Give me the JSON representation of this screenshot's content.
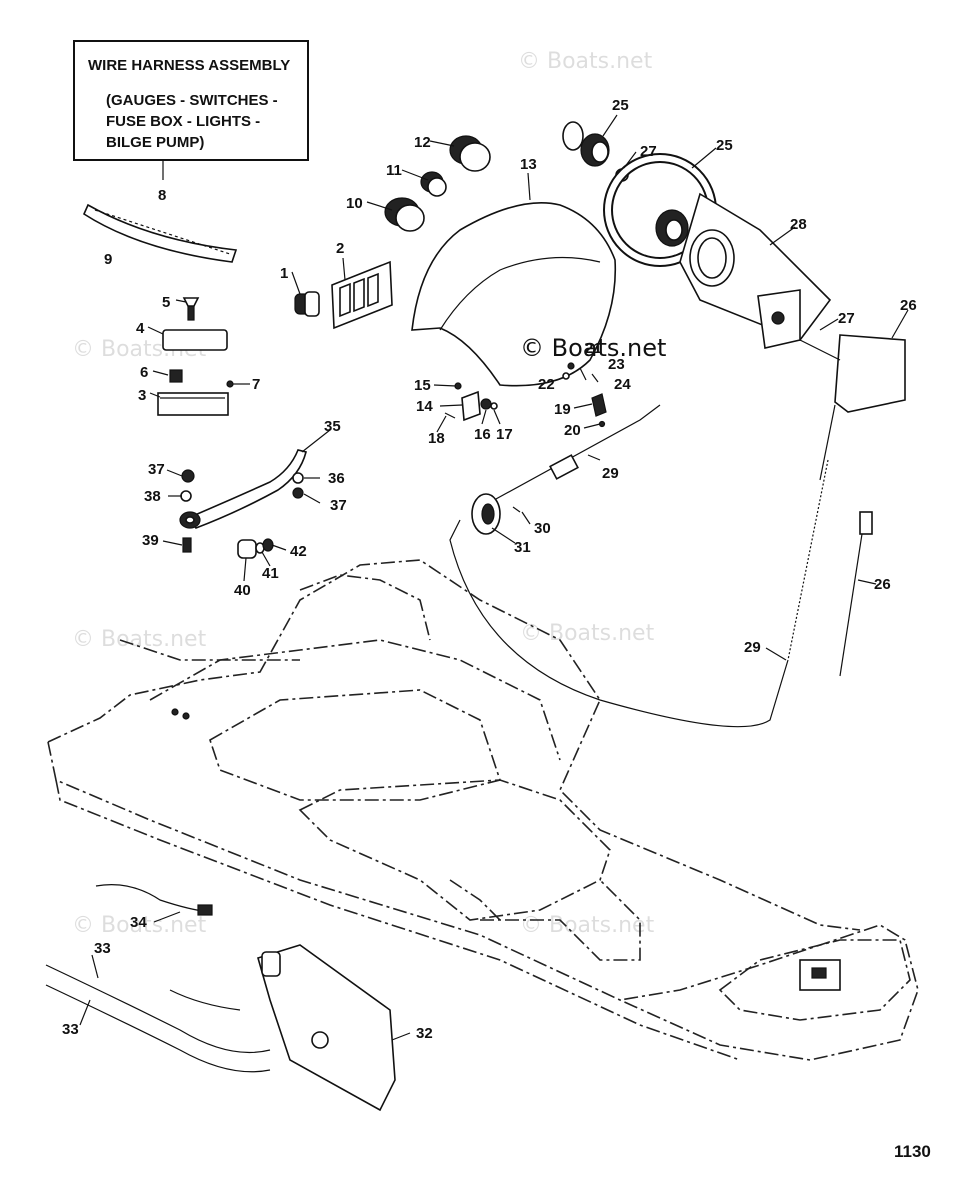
{
  "harness_box": {
    "title": "WIRE HARNESS ASSEMBLY",
    "line1": "(GAUGES - SWITCHES -",
    "line2": "FUSE BOX - LIGHTS -",
    "line3": "BILGE PUMP)"
  },
  "watermark": "© Boats.net",
  "figure_number": "1130",
  "callouts": {
    "c8": "8",
    "c9": "9",
    "c1": "1",
    "c2": "2",
    "c5": "5",
    "c4": "4",
    "c6": "6",
    "c7": "7",
    "c3": "3",
    "c10": "10",
    "c11": "11",
    "c12": "12",
    "c13": "13",
    "c25a": "25",
    "c27a": "27",
    "c25b": "25",
    "c28": "28",
    "c27b": "27",
    "c26a": "26",
    "c21": "21",
    "c23": "23",
    "c22": "22",
    "c24": "24",
    "c15": "15",
    "c14": "14",
    "c18": "18",
    "c16": "16",
    "c17": "17",
    "c19": "19",
    "c20": "20",
    "c29a": "29",
    "c30": "30",
    "c31": "31",
    "c35": "35",
    "c37a": "37",
    "c36": "36",
    "c38": "38",
    "c37b": "37",
    "c39": "39",
    "c42": "42",
    "c41": "41",
    "c40": "40",
    "c26b": "26",
    "c29b": "29",
    "c34": "34",
    "c33a": "33",
    "c33b": "33",
    "c32": "32"
  }
}
